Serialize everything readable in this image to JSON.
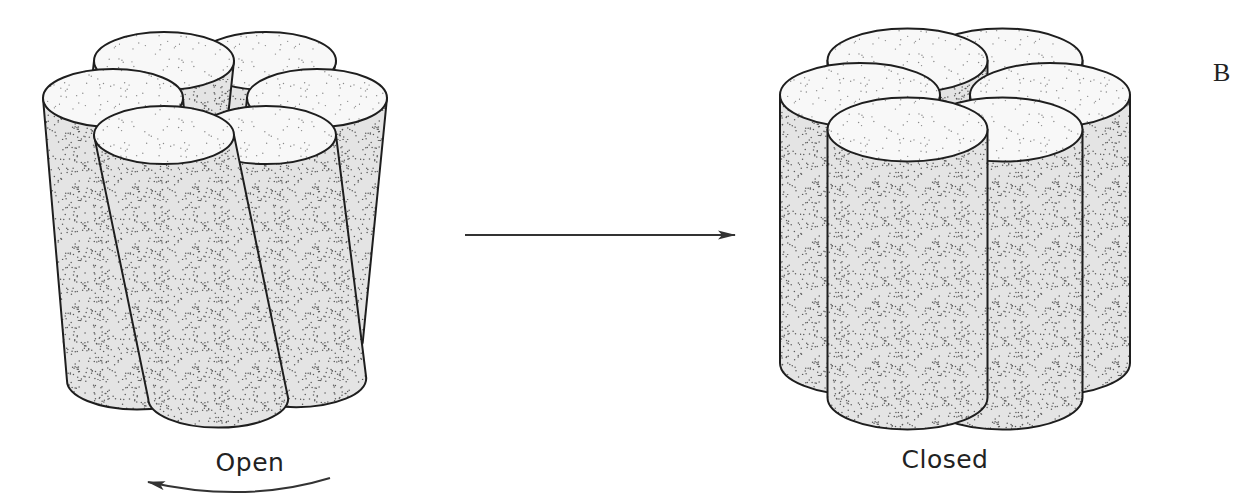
{
  "diagram": {
    "nodes": [
      {
        "text": [
          "Open"
        ]
      },
      {
        "text": [
          "Closed"
        ]
      }
    ],
    "edges": [
      {
        "from": 0,
        "to": 1,
        "arrow": "to"
      }
    ],
    "labels": [
      "B"
    ]
  }
}
